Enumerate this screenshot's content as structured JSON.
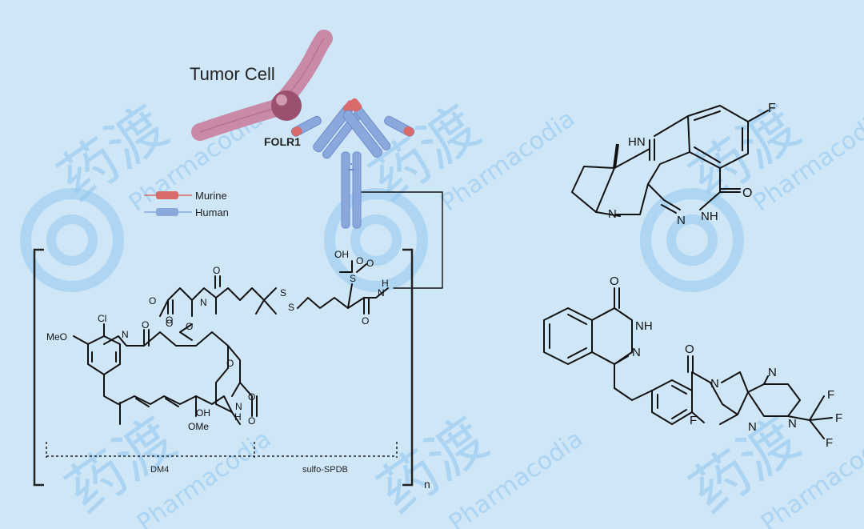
{
  "diagram": {
    "background": "#cfe6f7",
    "colors": {
      "antibody": "#8aa8dc",
      "murine": "#d86a6a",
      "membrane": "#c98aa8",
      "receptor": "#9c5070",
      "watermark": "#8ec5ee"
    },
    "labels": {
      "tumor_cell": "Tumor Cell",
      "receptor": "FOLR1",
      "legend_murine": "Murine",
      "legend_human": "Human",
      "drug_label": "DM4",
      "linker_label": "sulfo-SPDB",
      "repeat_subscript": "n"
    },
    "watermark": {
      "cjk": "药渡",
      "latin": "Pharmacodia"
    },
    "atoms": {
      "oh": "OH",
      "s": "S",
      "o": "O",
      "n": "N",
      "hn": "HN",
      "nh": "NH",
      "h": "H",
      "cl": "Cl",
      "meo": "MeO",
      "ome": "OMe",
      "f": "F"
    }
  }
}
